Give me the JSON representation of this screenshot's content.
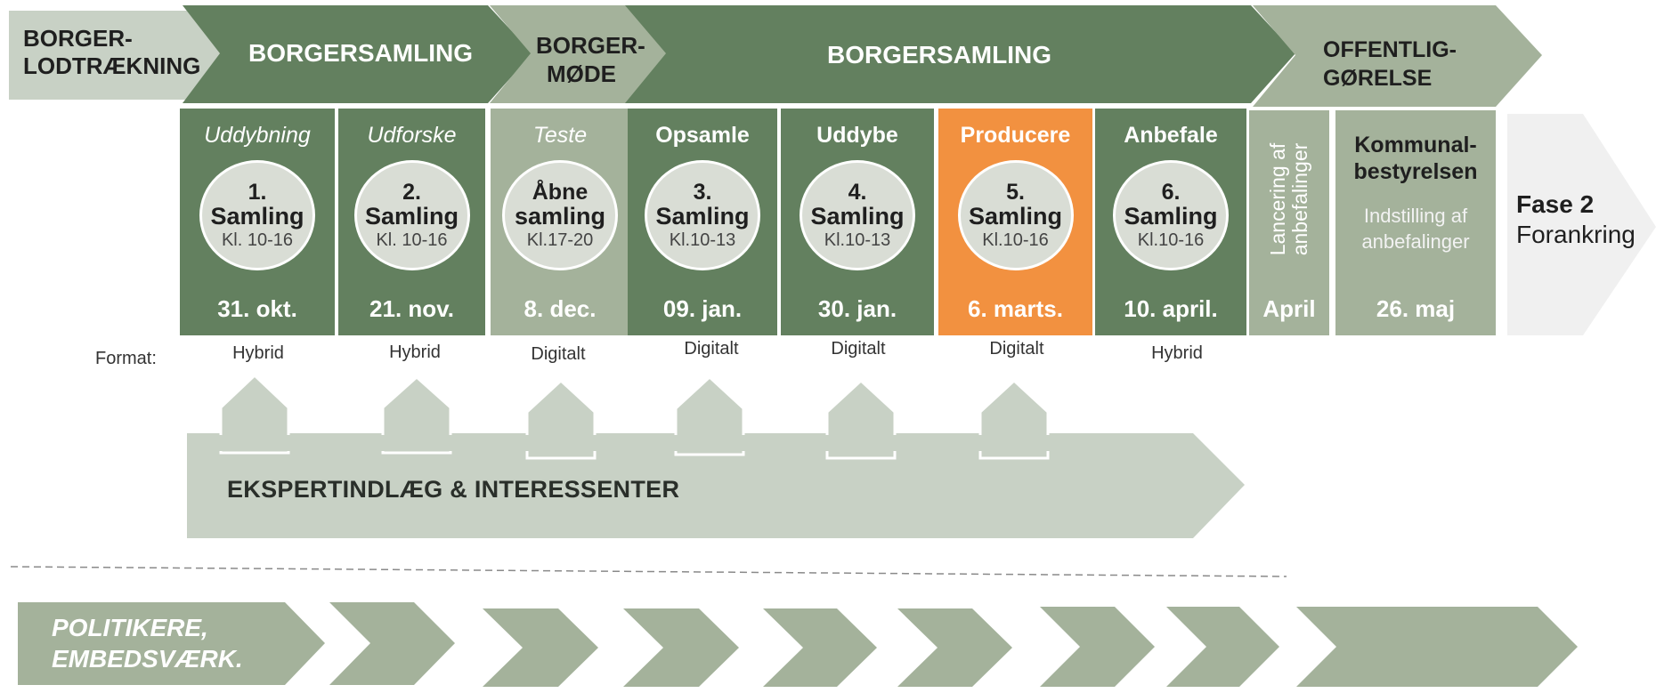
{
  "colors": {
    "dark_green": "#63805f",
    "light_green": "#a4b29b",
    "pale_green": "#c8d1c5",
    "orange": "#f29140",
    "circle": "#d9ddd5",
    "fase2": "#f0f0f0"
  },
  "top": {
    "borger_lodtraekning": [
      "BORGER-",
      "LODTRÆKNING"
    ],
    "borgersamling_1": "BORGERSAMLING",
    "borgermode": [
      "BORGER-",
      "MØDE"
    ],
    "borgersamling_2": "BORGERSAMLING",
    "offentliggorelse": [
      "OFFENTLIG-",
      "GØRELSE"
    ]
  },
  "sessions": [
    {
      "head": "Uddybning",
      "n": "1.",
      "label": "Samling",
      "time": "Kl. 10-16",
      "date": "31. okt.",
      "format": "Hybrid"
    },
    {
      "head": "Udforske",
      "n": "2.",
      "label": "Samling",
      "time": "Kl. 10-16",
      "date": "21. nov.",
      "format": "Hybrid"
    },
    {
      "head": "Teste",
      "n": "Åbne",
      "label": "samling",
      "time": "Kl.17-20",
      "date": "8. dec.",
      "format": "Digitalt"
    },
    {
      "head": "Opsamle",
      "n": "3.",
      "label": "Samling",
      "time": "Kl.10-13",
      "date": "09. jan.",
      "format": "Digitalt"
    },
    {
      "head": "Uddybe",
      "n": "4.",
      "label": "Samling",
      "time": "Kl.10-13",
      "date": "30. jan.",
      "format": "Digitalt"
    },
    {
      "head": "Producere",
      "n": "5.",
      "label": "Samling",
      "time": "Kl.10-16",
      "date": "6. marts.",
      "format": "Digitalt"
    },
    {
      "head": "Anbefale",
      "n": "6.",
      "label": "Samling",
      "time": "Kl.10-16",
      "date": "10. april.",
      "format": "Hybrid"
    }
  ],
  "lancering": {
    "vertical": [
      "Lancering af",
      "anbefalinger"
    ],
    "date": "April"
  },
  "kommunal": {
    "title": [
      "Kommunal-",
      "bestyrelsen"
    ],
    "sub": [
      "Indstilling af",
      "anbefalinger"
    ],
    "date": "26. maj"
  },
  "fase2": {
    "title": "Fase 2",
    "sub": "Forankring"
  },
  "format_label": "Format:",
  "ekspert": "EKSPERTINDLÆG & INTERESSENTER",
  "politikere": [
    "POLITIKERE,",
    "EMBEDSVÆRK."
  ]
}
